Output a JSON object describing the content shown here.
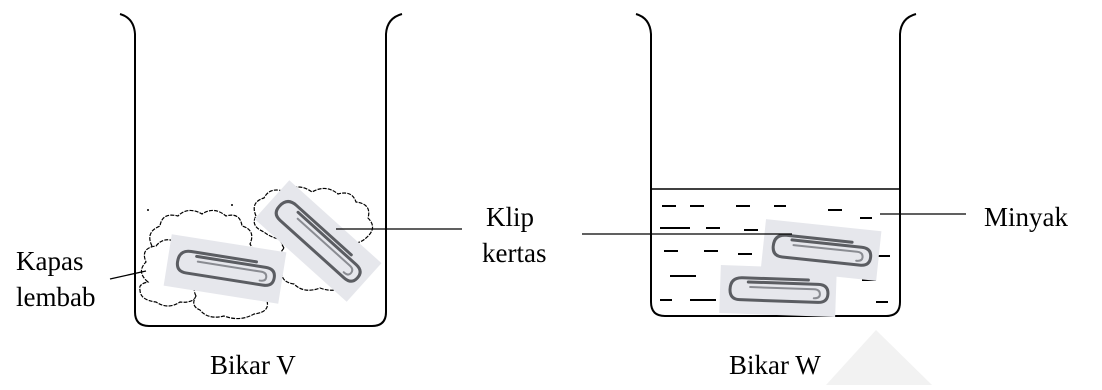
{
  "beakers": [
    {
      "caption": "Bikar V",
      "contents": "moist cotton wool"
    },
    {
      "caption": "Bikar W",
      "contents": "oil"
    }
  ],
  "labels": {
    "kapas_line1": "Kapas",
    "kapas_line2": "lembab",
    "klip_line1": "Klip",
    "klip_line2": "kertas",
    "minyak": "Minyak"
  },
  "colors": {
    "line": "#000000",
    "clip_backdrop": "#e6e7ec",
    "clip_metal": "#5b5d62",
    "watermark": "#f1f1f1"
  }
}
